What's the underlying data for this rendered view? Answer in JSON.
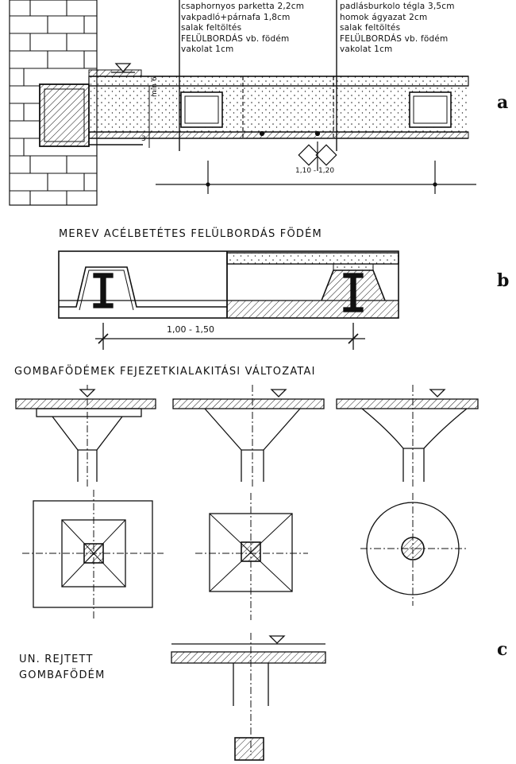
{
  "panel_labels": {
    "a": "a",
    "b": "b",
    "c": "c"
  },
  "section_a": {
    "layers_left": [
      "csaphornyos parketta 2,2cm",
      "vakpadló+párnafa 1,8cm",
      "salak feltöltés",
      "FELÜLBORDÁS vb. födém",
      "vakolat 1cm"
    ],
    "layers_right": [
      "padlásburkolo tégla 3,5cm",
      "homok ágyazat 2cm",
      "salak feltöltés",
      "FELÜLBORDÁS vb. födém",
      "vakolat 1cm"
    ],
    "dim_min": "min 6",
    "dim_3": "3",
    "rib_spacing": "1,10 - 1,20"
  },
  "section_b": {
    "title": "MEREV ACÉLBETÉTES FELÜLBORDÁS FÖDÉM",
    "rib_spacing": "1,00 - 1,50"
  },
  "section_c": {
    "title": "GOMBAFÖDÉMEK FEJEZETKIALAKITÁSI VÁLTOZATAI",
    "hidden_title": [
      "UN. REJTETT",
      "GOMBAFÖDÉM"
    ]
  }
}
